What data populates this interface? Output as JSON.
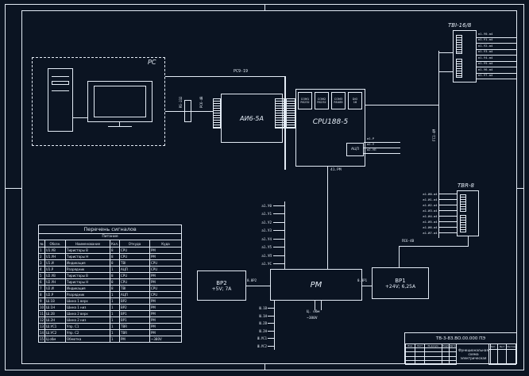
{
  "frame": {
    "bg": "#0b1422",
    "line": "#e3ebf5"
  },
  "pc": {
    "label": "PC"
  },
  "cables": {
    "pc_bus": "РС9-19",
    "pc_serial": "RS-232",
    "pc_serial2": "РС6-4В",
    "right_bus": "ГС1-4М",
    "bp1_tbr": "ПС6-4В",
    "cpu_pm": "41.РМ",
    "bp2_pm": "0.8Р2",
    "pm_bp1": "0.8Р1"
  },
  "blocks": {
    "ai": {
      "label": "АИ6-5А"
    },
    "cpu": {
      "label": "CPU188-5",
      "ports": [
        [
          "COM1",
          "RS232"
        ],
        [
          "COM2",
          "RS232"
        ],
        [
          "COM3",
          "RS485"
        ],
        [
          "DIO",
          "16"
        ]
      ],
      "adc": "АЦП",
      "adc_out": [
        "а1.Р",
        "а2.У",
        "а2.УП"
      ]
    },
    "tbi": {
      "label": "TBI-16/8",
      "outputs": [
        "в1.У0.а4",
        "в1.У1.а4",
        "в1.У2.а4",
        "в1.У3.а4",
        "в1.У4.а4",
        "в1.У5.а4",
        "в1.У6.а4",
        "в1.У7.а4"
      ]
    },
    "tbr": {
      "label": "TBR-8",
      "inputs": [
        "а1.И0.а4",
        "а1.И1.а4",
        "а1.И2.а4",
        "а1.И3.а4",
        "а1.И4.а4",
        "а1.И5.а4",
        "а1.И6.а4",
        "а1.И7.а4"
      ]
    },
    "bp2": {
      "name": "BP2",
      "rating": "+5V; 7A"
    },
    "pm": {
      "label": "PM",
      "top_signals": [
        "а1.У0",
        "а1.У1",
        "а1.У2",
        "а1.У3",
        "а1.У4",
        "а1.У5",
        "а1.УП",
        "а1.УС"
      ],
      "left_signals": [
        "Ш.1В",
        "Ш.1Н",
        "Ш.2В",
        "Ш.2Н",
        "Ш.УС1",
        "Ш.УС2"
      ],
      "bottom": [
        "Ц. обм",
        "~380V"
      ]
    },
    "bp1": {
      "name": "BP1",
      "rating": "+24V; 6,25A"
    }
  },
  "table": {
    "title": "Перечень сигналов",
    "band": "Питание",
    "cols": [
      "№",
      "Обозн.",
      "Наименование",
      "Кол.",
      "Откуда",
      "Куда"
    ],
    "rows": [
      [
        "1",
        "U1.УВ",
        "Тиристоры В",
        "8",
        "CPU",
        "РМ"
      ],
      [
        "2",
        "U1.УН",
        "Тиристоры Н",
        "8",
        "CPU",
        "РМ"
      ],
      [
        "3",
        "U1.И",
        "Индикация",
        "8",
        "TBI",
        "CPU"
      ],
      [
        "4",
        "U1.Р",
        "Разрядник",
        "1",
        "АЦП",
        "CPU"
      ],
      [
        "5",
        "U2.УВ",
        "Тиристоры В",
        "8",
        "CPU",
        "РМ"
      ],
      [
        "6",
        "U2.УН",
        "Тиристоры Н",
        "8",
        "CPU",
        "РМ"
      ],
      [
        "7",
        "U2.И",
        "Индикация",
        "8",
        "TBI",
        "CPU"
      ],
      [
        "8",
        "U2.Р",
        "Разрядник",
        "1",
        "АЦП",
        "CPU"
      ],
      [
        "9",
        "Ш.1В",
        "Шина 1 верх",
        "1",
        "ВР2",
        "РМ"
      ],
      [
        "10",
        "Ш.1Н",
        "Шина 1 низ",
        "1",
        "ВР2",
        "РМ"
      ],
      [
        "11",
        "Ш.2В",
        "Шина 2 верх",
        "1",
        "ВР1",
        "РМ"
      ],
      [
        "12",
        "Ш.2Н",
        "Шина 2 низ",
        "1",
        "ВР1",
        "РМ"
      ],
      [
        "13",
        "Ш.УС1",
        "Упр. С1",
        "1",
        "TBR",
        "РМ"
      ],
      [
        "14",
        "Ш.УС2",
        "Упр. С2",
        "1",
        "TBR",
        "РМ"
      ],
      [
        "15",
        "Ц.обм",
        "Обмотка",
        "1",
        "РМ",
        "~380V"
      ]
    ]
  },
  "titleblock": {
    "code": "ТВ-3-83.ВО.00.000 ПЭ",
    "name1": "Функциональная схема",
    "name2": "электрическая",
    "hdr": [
      "Изм.",
      "Лист",
      "№ докум.",
      "Подп.",
      "Дата"
    ],
    "right": [
      "Лит.",
      "Лист",
      "Листов"
    ]
  }
}
